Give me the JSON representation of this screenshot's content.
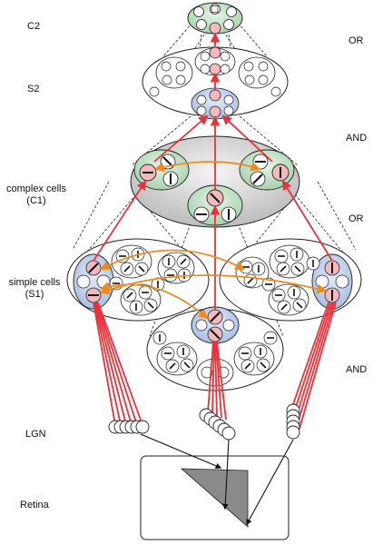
{
  "labels": {
    "c2": "C2",
    "s2": "S2",
    "c1_line1": "complex cells",
    "c1_line2": "(C1)",
    "s1_line1": "simple cells",
    "s1_line2": "(S1)",
    "lgn": "LGN",
    "retina": "Retina"
  },
  "operations": {
    "c2": "OR",
    "s2": "AND",
    "c1": "OR",
    "s1": "AND"
  },
  "colors": {
    "red_connection": "#e8333a",
    "orange_connection": "#f08a1e",
    "pink_cell": "#f4b9bf",
    "blue_cell": "#b9cbe8",
    "green_cell": "#bfe0c4",
    "gray_pool": "#cfcfcf",
    "triangle": "#8a8a8a"
  }
}
